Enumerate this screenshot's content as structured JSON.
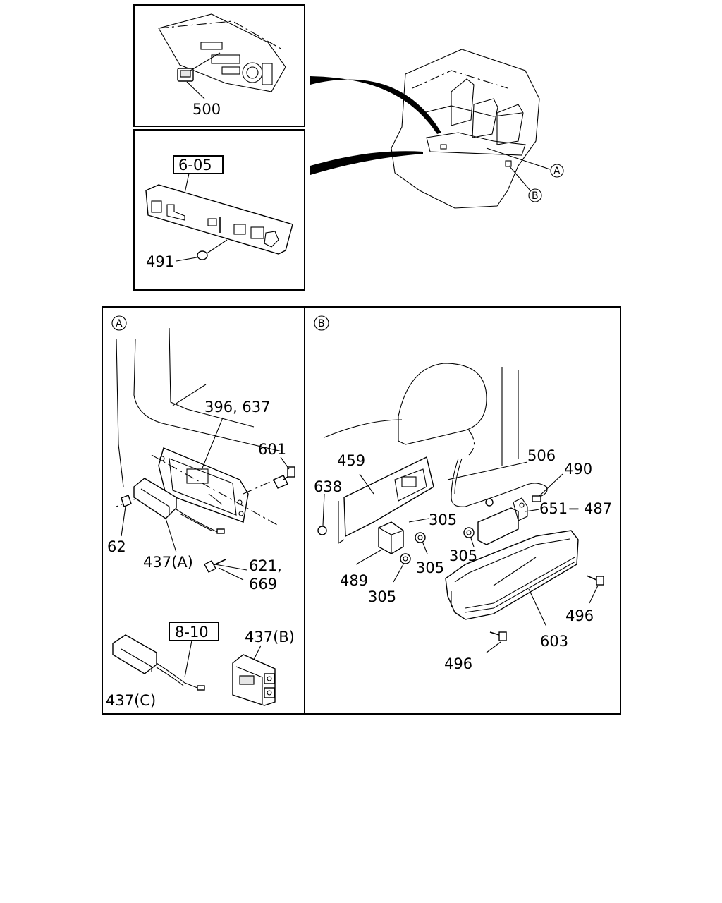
{
  "callouts": {
    "p500": "500",
    "p605": "6-05",
    "p491": "491",
    "markA": "A",
    "markB": "B",
    "panelA": "A",
    "panelB": "B",
    "p396": "396, 637",
    "p601": "601",
    "p62": "62",
    "p437A": "437(A)",
    "p621": "621,",
    "p669": "669",
    "p810": "8-10",
    "p437B": "437(B)",
    "p437C": "437(C)",
    "p459": "459",
    "p506": "506",
    "p490": "490",
    "p638": "638",
    "p305a": "305",
    "p651": "651",
    "p487": "487",
    "p305b": "305",
    "p305c": "305",
    "p489": "489",
    "p305d": "305",
    "p496a": "496",
    "p603": "603",
    "p496b": "496"
  }
}
